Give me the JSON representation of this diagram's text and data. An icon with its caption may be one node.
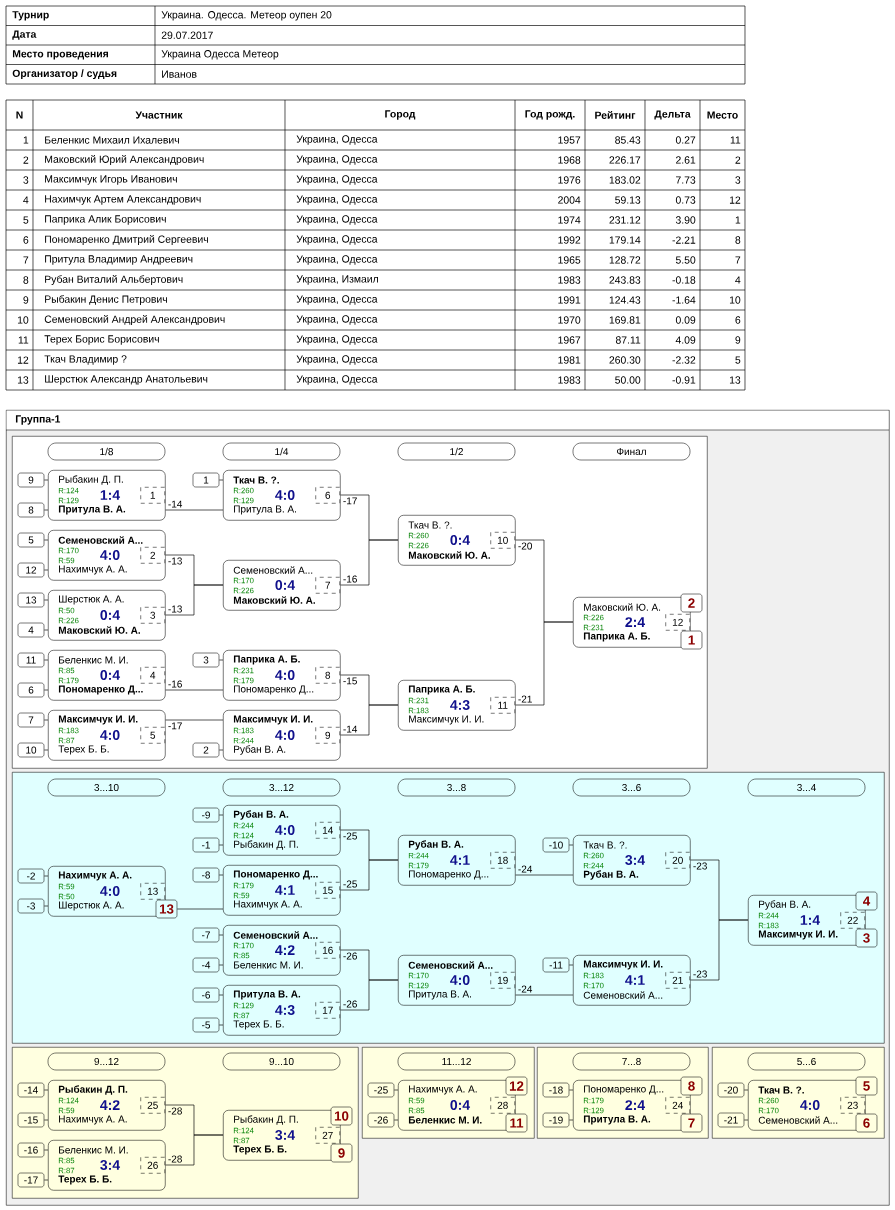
{
  "diagram": {
    "nodes": [
      {
        "text": [
          "Группа-1"
        ]
      },
      {
        "text": [],
        "shape": "box",
        "in": 0
      },
      {
        "text": [
          "1/8"
        ],
        "in": 1
      },
      {
        "text": [
          "1/4"
        ],
        "in": 1
      },
      {
        "text": [
          "1/2"
        ],
        "in": 1
      },
      {
        "text": [
          "Финал"
        ],
        "in": 1
      },
      {
        "text": [
          "9"
        ],
        "in": 1
      },
      {
        "text": [
          "Рыбакин Д. П.",
          "R:124",
          "R:129",
          "1:4",
          "1",
          "Притула В. А."
        ],
        "in": 1
      },
      {
        "text": [
          "8"
        ],
        "in": 1
      },
      {
        "text": [
          "5"
        ],
        "in": 1
      },
      {
        "text": [
          "Семеновский А...",
          "R:170",
          "R:59",
          "4:0",
          "2",
          "Нахимчук А. А."
        ],
        "in": 1
      },
      {
        "text": [
          "12"
        ],
        "in": 1
      },
      {
        "text": [
          "13"
        ],
        "in": 1
      },
      {
        "text": [
          "Шерстюк А. А.",
          "R:50",
          "R:226",
          "0:4",
          "3",
          "Маковский Ю. А."
        ],
        "in": 1
      },
      {
        "text": [
          "4"
        ],
        "in": 1
      },
      {
        "text": [
          "11"
        ],
        "in": 1
      },
      {
        "text": [
          "Беленкис М. И.",
          "R:85",
          "R:179",
          "0:4",
          "4",
          "Пономаренко Д..."
        ],
        "in": 1
      },
      {
        "text": [
          "6"
        ],
        "in": 1
      },
      {
        "text": [
          "7"
        ],
        "in": 1
      },
      {
        "text": [
          "Максимчук И. И.",
          "R:183",
          "R:87",
          "4:0",
          "5",
          "Терех Б. Б."
        ],
        "in": 1
      },
      {
        "text": [
          "10"
        ],
        "in": 1
      },
      {
        "text": [
          "1"
        ],
        "in": 1
      },
      {
        "text": [
          "Ткач В. ?.",
          "R:260",
          "R:129",
          "4:0",
          "6",
          "Притула В. А."
        ],
        "in": 1
      },
      {
        "text": [
          "Семеновский А...",
          "R:170",
          "R:226",
          "0:4",
          "7",
          "Маковский Ю. А."
        ],
        "in": 1
      },
      {
        "text": [
          "3"
        ],
        "in": 1
      },
      {
        "text": [
          "Паприка А. Б.",
          "R:231",
          "R:179",
          "4:0",
          "8",
          "Пономаренко Д..."
        ],
        "in": 1
      },
      {
        "text": [
          "Максимчук И. И.",
          "R:183",
          "R:244",
          "4:0",
          "9",
          "Рубан В. А."
        ],
        "in": 1
      },
      {
        "text": [
          "2"
        ],
        "in": 1
      },
      {
        "text": [
          "Ткач В. ?.",
          "R:260",
          "R:226",
          "0:4",
          "10",
          "Маковский Ю. А."
        ],
        "in": 1
      },
      {
        "text": [
          "Паприка А. Б.",
          "R:231",
          "R:183",
          "4:3",
          "11",
          "Максимчук И. И."
        ],
        "in": 1
      },
      {
        "text": [
          "2"
        ],
        "in": 1
      },
      {
        "text": [
          "Маковский Ю. А.",
          "R:226",
          "R:231",
          "2:4",
          "12",
          "Паприка А. Б."
        ],
        "in": 1
      },
      {
        "text": [
          "1"
        ],
        "in": 1
      },
      {
        "text": [],
        "shape": "box",
        "in": 0
      },
      {
        "text": [
          "3...10"
        ],
        "in": 33
      },
      {
        "text": [
          "3...12"
        ],
        "in": 33
      },
      {
        "text": [
          "3...8"
        ],
        "in": 33
      },
      {
        "text": [
          "3...6"
        ],
        "in": 33
      },
      {
        "text": [
          "3...4"
        ],
        "in": 33
      },
      {
        "text": [
          "-9"
        ],
        "in": 33
      },
      {
        "text": [
          "Рубан В. А.",
          "R:244",
          "R:124",
          "4:0",
          "14",
          "Рыбакин Д. П."
        ],
        "in": 33
      },
      {
        "text": [
          "-1"
        ],
        "in": 33
      },
      {
        "text": [
          "-2"
        ],
        "in": 33
      },
      {
        "text": [
          "Нахимчук А. А.",
          "R:59",
          "R:50",
          "4:0",
          "13",
          "Шерстюк А. А."
        ],
        "in": 33
      },
      {
        "text": [
          "-3"
        ],
        "in": 33
      },
      {
        "text": [
          "13"
        ],
        "in": 33
      },
      {
        "text": [
          "-8"
        ],
        "in": 33
      },
      {
        "text": [
          "Пономаренко Д...",
          "R:179",
          "R:59",
          "4:1",
          "15",
          "Нахимчук А. А."
        ],
        "in": 33
      },
      {
        "text": [
          "-7"
        ],
        "in": 33
      },
      {
        "text": [
          "Семеновский А...",
          "R:170",
          "R:85",
          "4:2",
          "16",
          "Беленкис М. И."
        ],
        "in": 33
      },
      {
        "text": [
          "-4"
        ],
        "in": 33
      },
      {
        "text": [
          "-6"
        ],
        "in": 33
      },
      {
        "text": [
          "Притула В. А.",
          "R:129",
          "R:87",
          "4:3",
          "17",
          "Терех Б. Б."
        ],
        "in": 33
      },
      {
        "text": [
          "-5"
        ],
        "in": 33
      },
      {
        "text": [
          "Рубан В. А.",
          "R:244",
          "R:179",
          "4:1",
          "18",
          "Пономаренко Д..."
        ],
        "in": 33
      },
      {
        "text": [
          "Семеновский А...",
          "R:170",
          "R:129",
          "4:0",
          "19",
          "Притула В. А."
        ],
        "in": 33
      },
      {
        "text": [
          "-10"
        ],
        "in": 33
      },
      {
        "text": [
          "Ткач В. ?.",
          "R:260",
          "R:244",
          "3:4",
          "20",
          "Рубан В. А."
        ],
        "in": 33
      },
      {
        "text": [
          "-11"
        ],
        "in": 33
      },
      {
        "text": [
          "Максимчук И. И.",
          "R:183",
          "R:170",
          "4:1",
          "21",
          "Семеновский А..."
        ],
        "in": 33
      },
      {
        "text": [
          "4"
        ],
        "in": 33
      },
      {
        "text": [
          "Рубан В. А.",
          "R:244",
          "R:183",
          "1:4",
          "22",
          "Максимчук И. И."
        ],
        "in": 33
      },
      {
        "text": [
          "3"
        ],
        "in": 33
      },
      {
        "text": [],
        "shape": "box",
        "in": 0
      },
      {
        "text": [
          "9...12"
        ],
        "in": 63
      },
      {
        "text": [
          "9...10"
        ],
        "in": 63
      },
      {
        "text": [
          "-14"
        ],
        "in": 63
      },
      {
        "text": [
          "Рыбакин Д. П.",
          "R:124",
          "R:59",
          "4:2",
          "25",
          "Нахимчук А. А."
        ],
        "in": 63
      },
      {
        "text": [
          "-15"
        ],
        "in": 63
      },
      {
        "text": [
          "-16"
        ],
        "in": 63
      },
      {
        "text": [
          "Беленкис М. И.",
          "R:85",
          "R:87",
          "3:4",
          "26",
          "Терех Б. Б."
        ],
        "in": 63
      },
      {
        "text": [
          "-17"
        ],
        "in": 63
      },
      {
        "text": [
          "10"
        ],
        "in": 63
      },
      {
        "text": [
          "Рыбакин Д. П.",
          "R:124",
          "R:87",
          "3:4",
          "27",
          "Терех Б. Б."
        ],
        "in": 63
      },
      {
        "text": [
          "9"
        ],
        "in": 63
      },
      {
        "text": [],
        "shape": "box",
        "in": 0
      },
      {
        "text": [
          "11...12"
        ],
        "in": 75
      },
      {
        "text": [
          "-25"
        ],
        "in": 75
      },
      {
        "text": [
          "Нахимчук А. А.",
          "R:59",
          "R:85",
          "0:4",
          "28",
          "Беленкис М. И."
        ],
        "in": 75
      },
      {
        "text": [
          "-26"
        ],
        "in": 75
      },
      {
        "text": [
          "12"
        ],
        "in": 75
      },
      {
        "text": [
          "11"
        ],
        "in": 75
      },
      {
        "text": [],
        "shape": "box",
        "in": 0
      },
      {
        "text": [
          "7...8"
        ],
        "in": 82
      },
      {
        "text": [
          "-18"
        ],
        "in": 82
      },
      {
        "text": [
          "Пономаренко Д...",
          "R:179",
          "R:129",
          "2:4",
          "24",
          "Притула В. А."
        ],
        "in": 82
      },
      {
        "text": [
          "-19"
        ],
        "in": 82
      },
      {
        "text": [
          "8"
        ],
        "in": 82
      },
      {
        "text": [
          "7"
        ],
        "in": 82
      },
      {
        "text": [],
        "shape": "box",
        "in": 0
      },
      {
        "text": [
          "5...6"
        ],
        "in": 89
      },
      {
        "text": [
          "-20"
        ],
        "in": 89
      },
      {
        "text": [
          "Ткач В. ?.",
          "R:260",
          "R:170",
          "4:0",
          "23",
          "Семеновский А..."
        ],
        "in": 89
      },
      {
        "text": [
          "-21"
        ],
        "in": 89
      },
      {
        "text": [
          "5"
        ],
        "in": 89
      },
      {
        "text": [
          "6"
        ],
        "in": 89
      }
    ],
    "edges": [
      {
        "from": 7,
        "to": 22,
        "arrow": "none",
        "label": "-14"
      },
      {
        "from": 10,
        "to": 23,
        "arrow": "none",
        "label": "-13"
      },
      {
        "from": 13,
        "to": 23,
        "arrow": "none",
        "label": "-13"
      },
      {
        "from": 16,
        "to": 25,
        "arrow": "none",
        "label": "-16"
      },
      {
        "from": 19,
        "to": 26,
        "arrow": "none",
        "label": "-17"
      },
      {
        "from": 22,
        "to": 28,
        "arrow": "none",
        "label": "-17"
      },
      {
        "from": 23,
        "to": 28,
        "arrow": "none",
        "label": "-16"
      },
      {
        "from": 25,
        "to": 29,
        "arrow": "none",
        "label": "-15"
      },
      {
        "from": 26,
        "to": 29,
        "arrow": "none",
        "label": "-14"
      },
      {
        "from": 28,
        "to": 31,
        "arrow": "none",
        "label": "-20"
      },
      {
        "from": 29,
        "to": 31,
        "arrow": "none",
        "label": "-21"
      },
      {
        "from": 45,
        "to": 47,
        "arrow": "none"
      },
      {
        "from": 40,
        "to": 54,
        "arrow": "none",
        "label": "-25"
      },
      {
        "from": 47,
        "to": 54,
        "arrow": "none",
        "label": "-25"
      },
      {
        "from": 49,
        "to": 55,
        "arrow": "none",
        "label": "-26"
      },
      {
        "from": 52,
        "to": 55,
        "arrow": "none",
        "label": "-26"
      },
      {
        "from": 54,
        "to": 57,
        "arrow": "none",
        "label": "-24"
      },
      {
        "from": 55,
        "to": 59,
        "arrow": "none",
        "label": "-24"
      },
      {
        "from": 57,
        "to": 61,
        "arrow": "none",
        "label": "-23"
      },
      {
        "from": 59,
        "to": 61,
        "arrow": "none",
        "label": "-23"
      },
      {
        "from": 67,
        "to": 73,
        "arrow": "none",
        "label": "-28"
      },
      {
        "from": 70,
        "to": 73,
        "arrow": "none",
        "label": "-28"
      },
      {
        "from": 6,
        "to": 7,
        "arrow": "none"
      },
      {
        "from": 8,
        "to": 7,
        "arrow": "none"
      },
      {
        "from": 9,
        "to": 10,
        "arrow": "none"
      },
      {
        "from": 11,
        "to": 10,
        "arrow": "none"
      },
      {
        "from": 12,
        "to": 13,
        "arrow": "none"
      },
      {
        "from": 14,
        "to": 13,
        "arrow": "none"
      },
      {
        "from": 15,
        "to": 16,
        "arrow": "none"
      },
      {
        "from": 17,
        "to": 16,
        "arrow": "none"
      },
      {
        "from": 18,
        "to": 19,
        "arrow": "none"
      },
      {
        "from": 20,
        "to": 19,
        "arrow": "none"
      },
      {
        "from": 21,
        "to": 22,
        "arrow": "none"
      },
      {
        "from": 24,
        "to": 25,
        "arrow": "none"
      },
      {
        "from": 27,
        "to": 26,
        "arrow": "none"
      },
      {
        "from": 39,
        "to": 40,
        "arrow": "none"
      },
      {
        "from": 41,
        "to": 40,
        "arrow": "none"
      },
      {
        "from": 42,
        "to": 43,
        "arrow": "none"
      },
      {
        "from": 44,
        "to": 43,
        "arrow": "none"
      },
      {
        "from": 46,
        "to": 47,
        "arrow": "none"
      },
      {
        "from": 48,
        "to": 49,
        "arrow": "none"
      },
      {
        "from": 50,
        "to": 49,
        "arrow": "none"
      },
      {
        "from": 51,
        "to": 52,
        "arrow": "none"
      },
      {
        "from": 53,
        "to": 52,
        "arrow": "none"
      },
      {
        "from": 56,
        "to": 57,
        "arrow": "none"
      },
      {
        "from": 58,
        "to": 59,
        "arrow": "none"
      },
      {
        "from": 66,
        "to": 67,
        "arrow": "none"
      },
      {
        "from": 68,
        "to": 67,
        "arrow": "none"
      },
      {
        "from": 69,
        "to": 70,
        "arrow": "none"
      },
      {
        "from": 71,
        "to": 70,
        "arrow": "none"
      },
      {
        "from": 77,
        "to": 78,
        "arrow": "none"
      },
      {
        "from": 79,
        "to": 78,
        "arrow": "none"
      },
      {
        "from": 84,
        "to": 85,
        "arrow": "none"
      },
      {
        "from": 86,
        "to": 85,
        "arrow": "none"
      },
      {
        "from": 91,
        "to": 92,
        "arrow": "none"
      },
      {
        "from": 93,
        "to": 92,
        "arrow": "none"
      }
    ],
    "labels": [
      "Турнир",
      "Украина. Одесса. Метеор оупен 20",
      "Дата",
      "29.07.2017",
      "Место проведения",
      "Украина Одесса Метеор",
      "Организатор / судья",
      "Иванов",
      "N",
      "Участник",
      "Город",
      "Год рожд.",
      "Рейтинг",
      "Дельта",
      "Место",
      "1",
      "Беленкис Михаил Ихалевич",
      "Украина, Одесса",
      "1957",
      "85.43",
      "0.27",
      "11",
      "2",
      "Маковский Юрий Александрович",
      "Украина, Одесса",
      "1968",
      "226.17",
      "2.61",
      "2",
      "3",
      "Максимчук Игорь Иванович",
      "Украина, Одесса",
      "1976",
      "183.02",
      "7.73",
      "3",
      "4",
      "Нахимчук Артем Александрович",
      "Украина, Одесса",
      "2004",
      "59.13",
      "0.73",
      "12",
      "5",
      "Паприка Алик Борисович",
      "Украина, Одесса",
      "1974",
      "231.12",
      "3.90",
      "1",
      "6",
      "Пономаренко Дмитрий Сергеевич",
      "Украина, Одесса",
      "1992",
      "179.14",
      "-2.21",
      "8",
      "7",
      "Притула Владимир Андреевич",
      "Украина, Одесса",
      "1965",
      "128.72",
      "5.50",
      "7",
      "8",
      "Рубан Виталий Альбертович",
      "Украина, Измаил",
      "1983",
      "243.83",
      "-0.18",
      "4",
      "9",
      "Рыбакин Денис Петрович",
      "Украина, Одесса",
      "1991",
      "124.43",
      "-1.64",
      "10",
      "10",
      "Семеновский Андрей Александрович",
      "Украина, Одесса",
      "1970",
      "169.81",
      "0.09",
      "6",
      "11",
      "Терех Борис Борисович",
      "Украина, Одесса",
      "1967",
      "87.11",
      "4.09",
      "9",
      "12",
      "Ткач Владимир ?",
      "Украина, Одесса",
      "1981",
      "260.30",
      "-2.32",
      "5",
      "13",
      "Шерстюк Александр Анатольевич",
      "Украина, Одесса",
      "1983",
      "50.00",
      "-0.91",
      "13"
    ]
  }
}
